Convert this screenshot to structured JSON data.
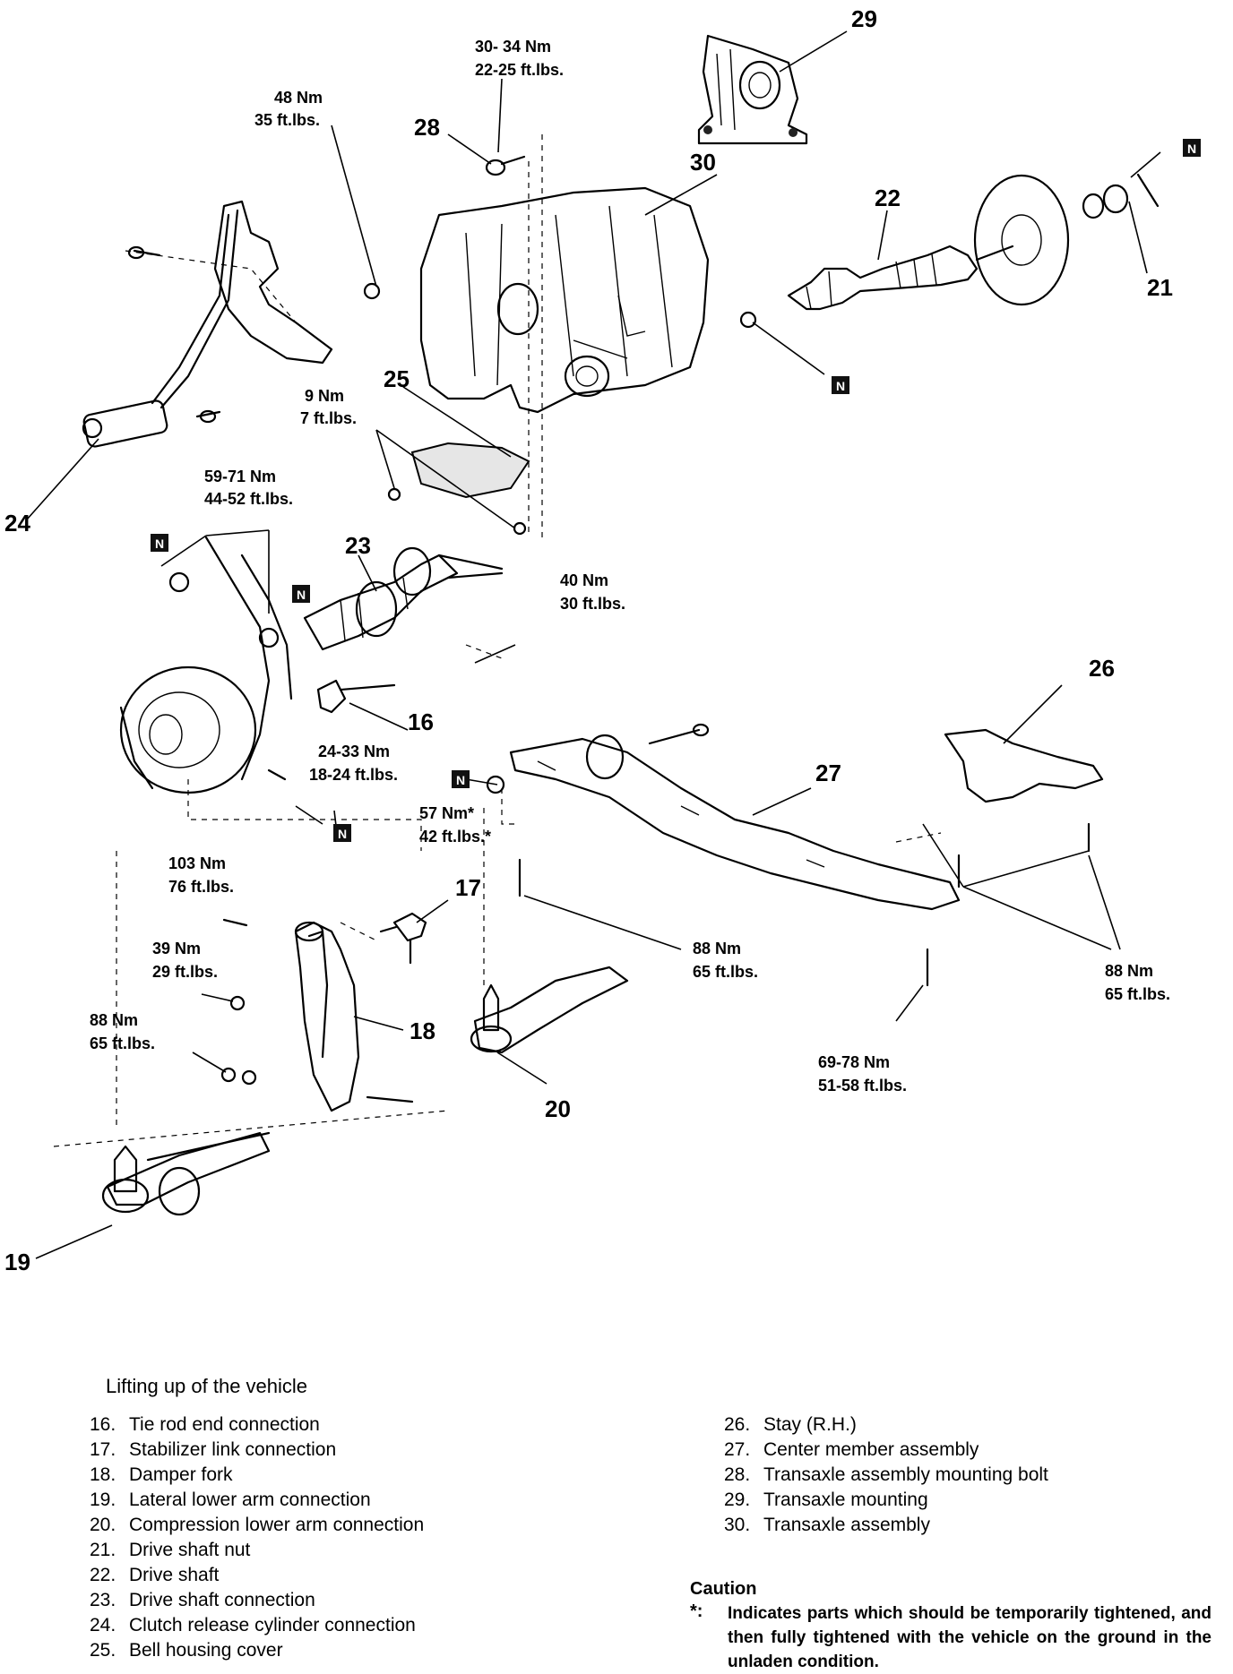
{
  "diagram": {
    "callouts": {
      "c16": "16",
      "c17": "17",
      "c18": "18",
      "c19": "19",
      "c20": "20",
      "c21": "21",
      "c22": "22",
      "c23": "23",
      "c24": "24",
      "c25": "25",
      "c26": "26",
      "c27": "27",
      "c28": "28",
      "c29": "29",
      "c30": "30"
    },
    "torques": [
      {
        "nm": "48 Nm",
        "ft": "35 ft.lbs."
      },
      {
        "nm": "30- 34 Nm",
        "ft": "22-25 ft.lbs."
      },
      {
        "nm": "9 Nm",
        "ft": "7 ft.lbs."
      },
      {
        "nm": "59-71 Nm",
        "ft": "44-52 ft.lbs."
      },
      {
        "nm": "40 Nm",
        "ft": "30 ft.lbs."
      },
      {
        "nm": "24-33 Nm",
        "ft": "18-24 ft.lbs."
      },
      {
        "nm": "57 Nm*",
        "ft": "42 ft.lbs.*"
      },
      {
        "nm": "103 Nm",
        "ft": "76 ft.lbs."
      },
      {
        "nm": "39 Nm",
        "ft": "29 ft.lbs."
      },
      {
        "nm": "88 Nm",
        "ft": "65 ft.lbs."
      },
      {
        "nm": "88 Nm",
        "ft": "65 ft.lbs."
      },
      {
        "nm": "69-78 Nm",
        "ft": "51-58 ft.lbs."
      },
      {
        "nm": "88 Nm",
        "ft": "65 ft.lbs."
      }
    ],
    "n_mark": "N"
  },
  "legend": {
    "title": "Lifting up of the vehicle",
    "left_items": [
      {
        "num": "16.",
        "label": "Tie rod end connection"
      },
      {
        "num": "17.",
        "label": "Stabilizer link connection"
      },
      {
        "num": "18.",
        "label": "Damper fork"
      },
      {
        "num": "19.",
        "label": "Lateral lower arm connection"
      },
      {
        "num": "20.",
        "label": "Compression lower arm connection"
      },
      {
        "num": "21.",
        "label": "Drive shaft nut"
      },
      {
        "num": "22.",
        "label": "Drive shaft"
      },
      {
        "num": "23.",
        "label": "Drive shaft connection"
      },
      {
        "num": "24.",
        "label": "Clutch release cylinder connection"
      },
      {
        "num": "25.",
        "label": "Bell housing cover"
      }
    ],
    "right_items": [
      {
        "num": "26.",
        "label": "Stay (R.H.)"
      },
      {
        "num": "27.",
        "label": "Center member assembly"
      },
      {
        "num": "28.",
        "label": "Transaxle assembly mounting bolt"
      },
      {
        "num": "29.",
        "label": "Transaxle mounting"
      },
      {
        "num": "30.",
        "label": "Transaxle assembly"
      }
    ],
    "caution_title": "Caution",
    "caution_mark": "*:",
    "caution_text": "Indicates parts which should be temporarily tightened, and then fully tightened with the vehicle on the ground in the unladen condition."
  }
}
